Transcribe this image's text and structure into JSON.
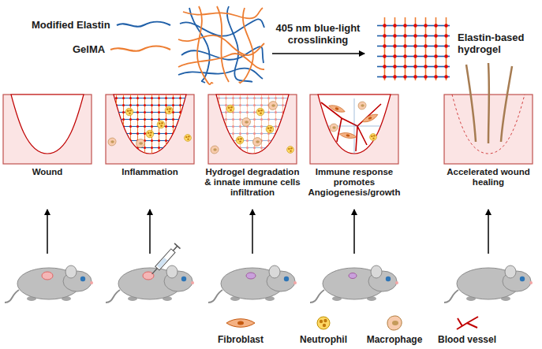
{
  "diagram": {
    "nodes": [
      {
        "text": [
          "Wound"
        ]
      },
      {
        "text": [
          "Inflammation"
        ]
      },
      {
        "text": [
          "Hydrogel degradation & innate immune cells infiltration"
        ]
      },
      {
        "text": [
          "Immune response promotes Angiogenesis/growth"
        ]
      },
      {
        "text": [
          "Accelerated wound healing"
        ]
      }
    ],
    "labels": [
      "405 nm blue-light crosslinking",
      "Elastin-based hydrogel"
    ],
    "legend": [
      {
        "text": "Modified Elastin"
      },
      {
        "text": "GelMA"
      },
      {
        "text": "Fibroblast"
      },
      {
        "text": "Neutrophil"
      },
      {
        "text": "Macrophage"
      },
      {
        "text": "Blood vessel"
      }
    ]
  }
}
